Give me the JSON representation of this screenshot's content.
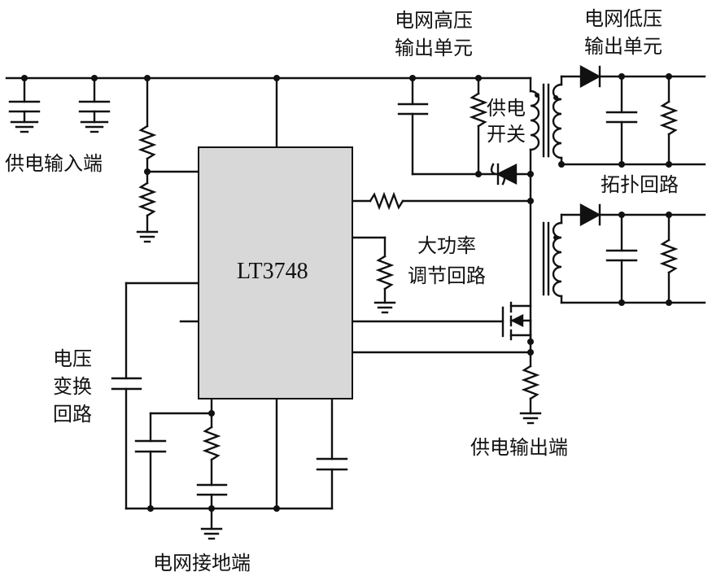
{
  "chip": {
    "name": "LT3748"
  },
  "labels": {
    "power_input": "供电输入端",
    "hv_output_line1": "电网高压",
    "hv_output_line2": "输出单元",
    "lv_output_line1": "电网低压",
    "lv_output_line2": "输出单元",
    "power_switch_line1": "供电",
    "power_switch_line2": "开关",
    "topology_loop": "拓扑回路",
    "high_power_line1": "大功率",
    "high_power_line2": "调节回路",
    "voltage_conv_line1": "电压",
    "voltage_conv_line2": "变换",
    "voltage_conv_line3": "回路",
    "power_output": "供电输出端",
    "grid_ground": "电网接地端"
  },
  "colors": {
    "wire": "#111111",
    "chip_fill": "#d8d8d8",
    "background": "#ffffff"
  }
}
